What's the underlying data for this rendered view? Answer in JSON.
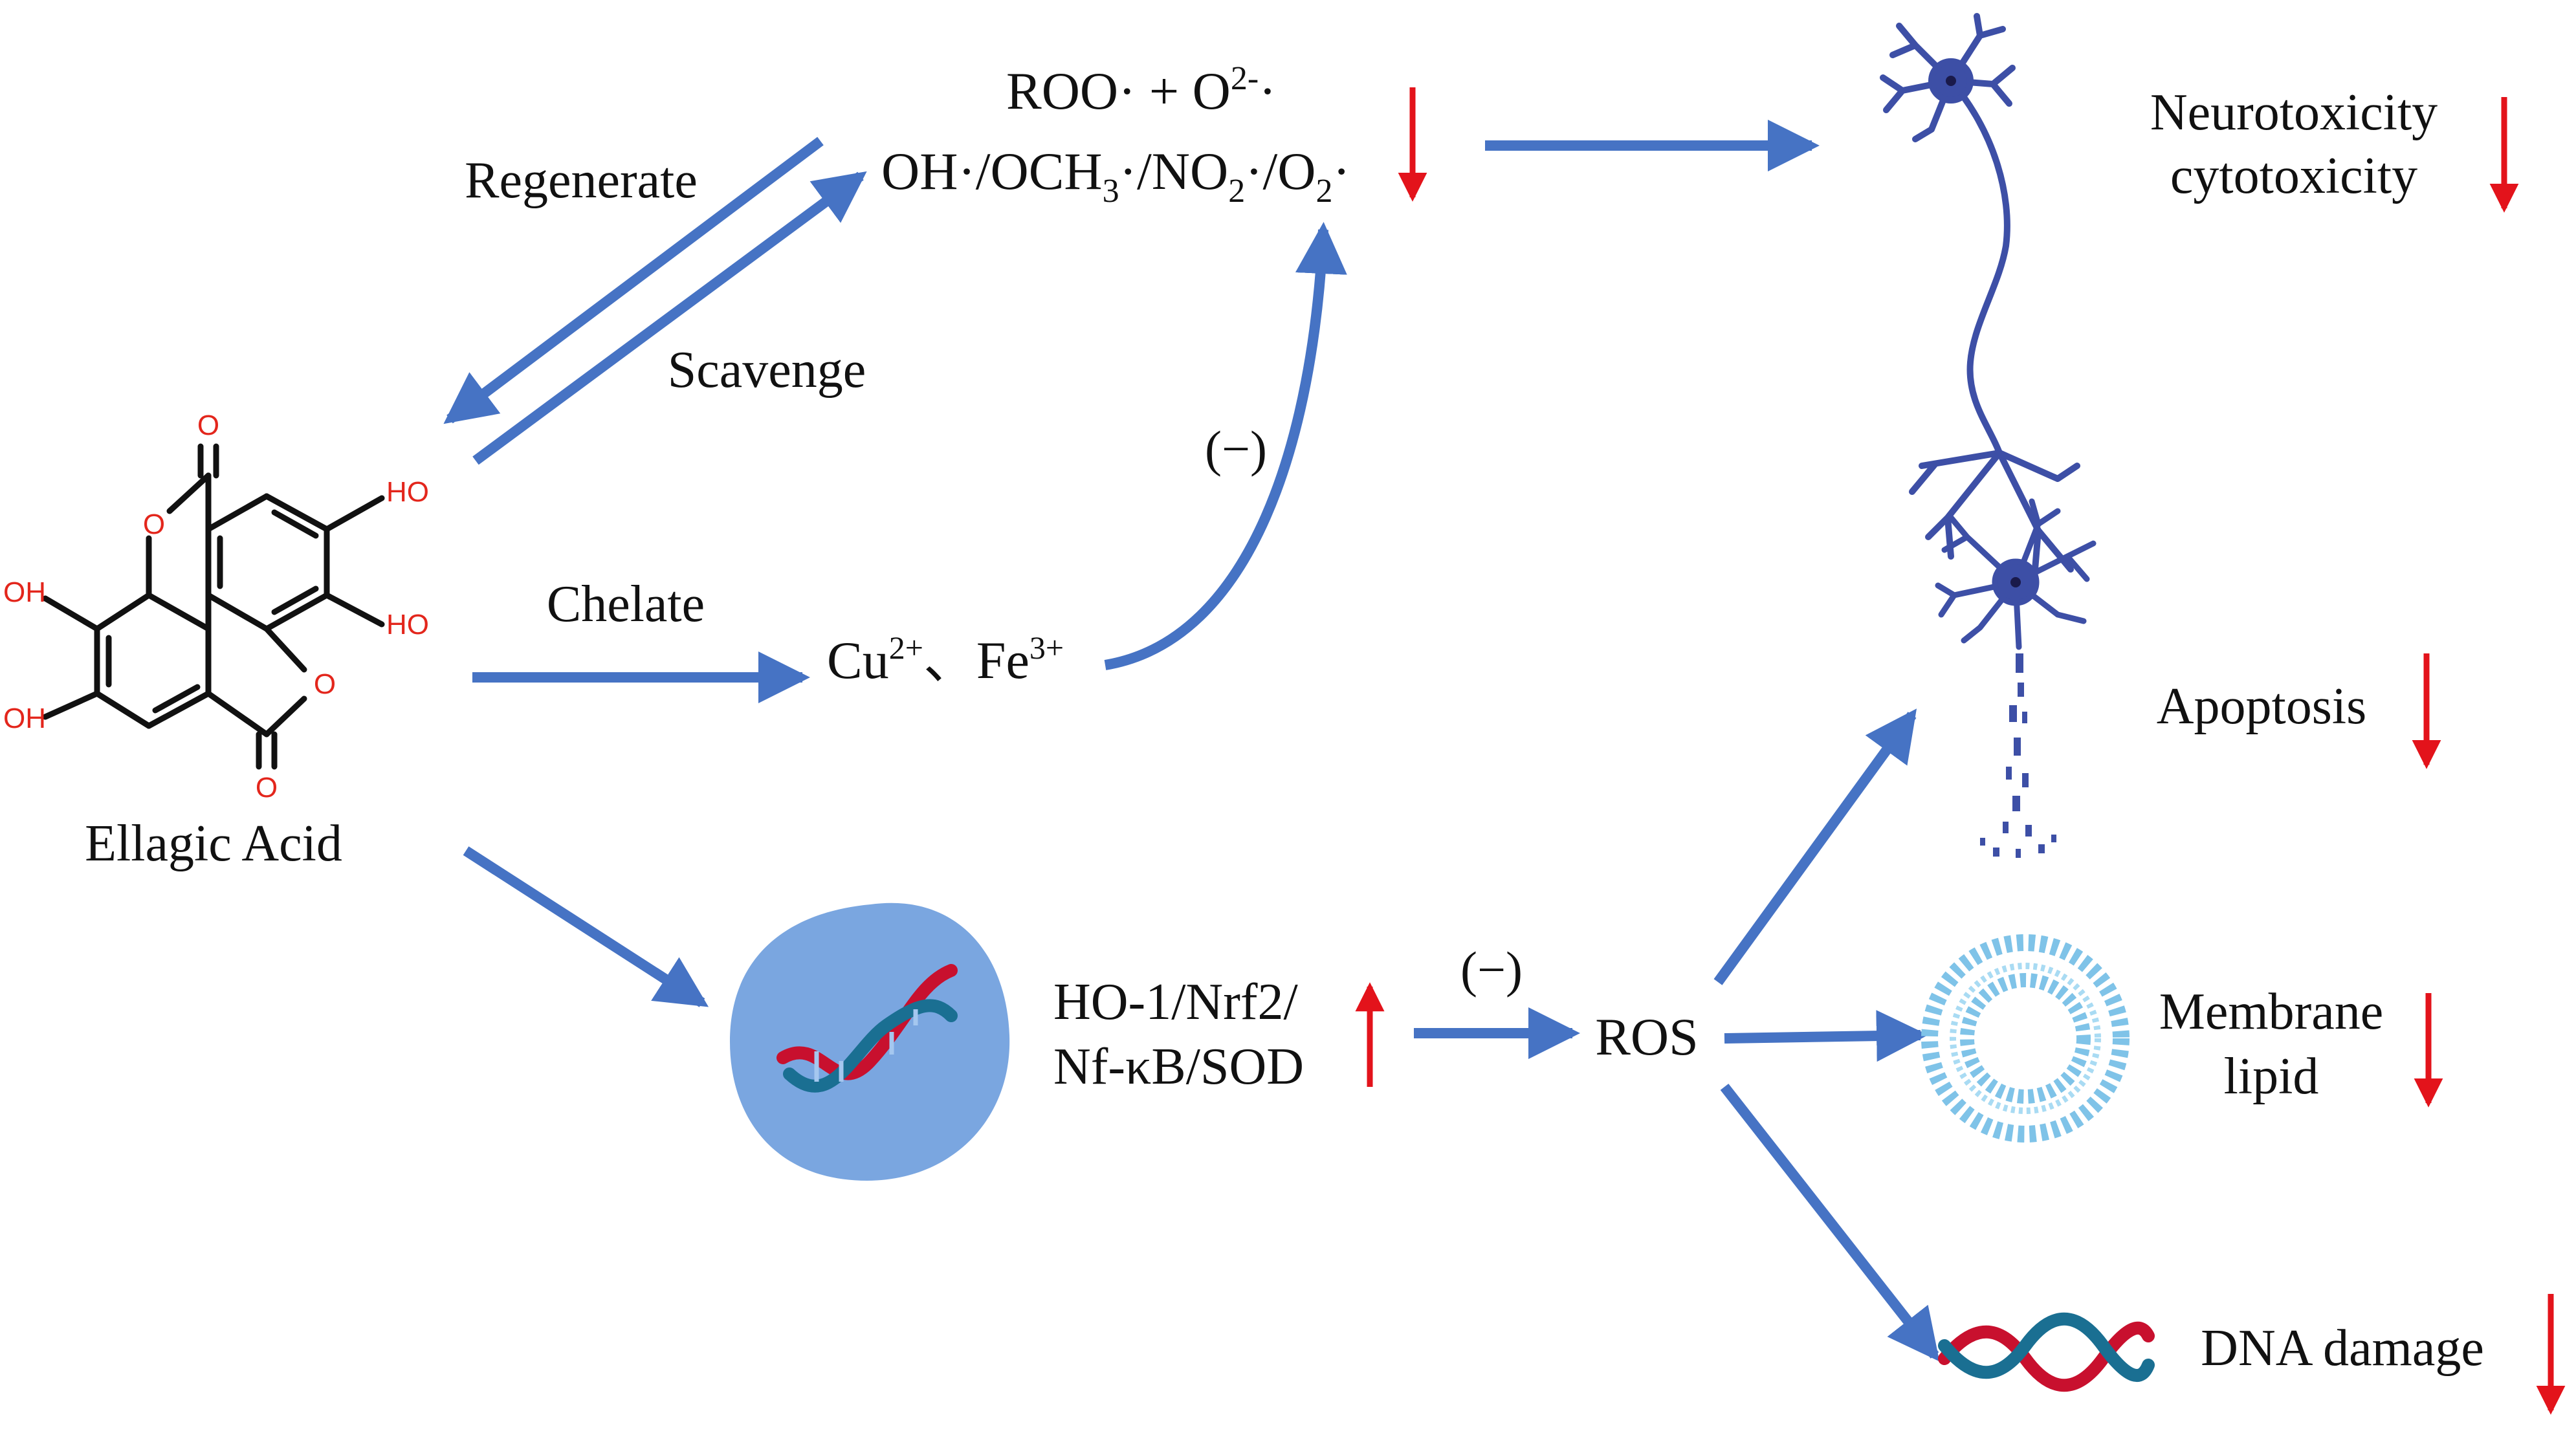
{
  "colors": {
    "arrow_blue": "#4673c4",
    "down_arrow_red": "#e3131b",
    "neuron_blue": "#3d4fa6",
    "nucleus_blue": "#7aa6e0",
    "lipid_blue": "#7fc3e8",
    "dna_red": "#c8102e",
    "dna_teal": "#1a6f92",
    "heteroatom_red": "#e3261c"
  },
  "molecule": {
    "name": "Ellagic Acid",
    "atoms": {
      "o_top": "O",
      "o_ring_top": "O",
      "ho_upper": "HO",
      "ho_lower": "HO",
      "oh_left_upper": "OH",
      "oh_left_lower": "OH",
      "o_ring_bottom": "O",
      "o_bottom": "O"
    }
  },
  "labels": {
    "regenerate": "Regenerate",
    "scavenge": "Scavenge",
    "chelate": "Chelate",
    "inhibit_upper": "(−)",
    "inhibit_lower": "(−)",
    "ros": "ROS"
  },
  "radicals": {
    "line1_main": "ROO· + O",
    "line1_sup": "2-",
    "line1_tail": "·",
    "line2_part1": "OH·/OCH",
    "line2_sub1": "3",
    "line2_part2": "·/NO",
    "line2_sub2": "2",
    "line2_part3": "·/O",
    "line2_sub3": "2",
    "line2_tail": "·"
  },
  "metals": {
    "cu": "Cu",
    "cu_charge": "2+",
    "separator": "、",
    "fe": "Fe",
    "fe_charge": "3+"
  },
  "genes": {
    "line1": "HO-1/Nrf2/",
    "line2": "Nf-κB/SOD"
  },
  "outcomes": {
    "neurotoxicity_line1": "Neurotoxicity",
    "neurotoxicity_line2": "cytotoxicity",
    "apoptosis": "Apoptosis",
    "membrane_line1": "Membrane",
    "membrane_line2": "lipid",
    "dna_damage": "DNA damage"
  }
}
